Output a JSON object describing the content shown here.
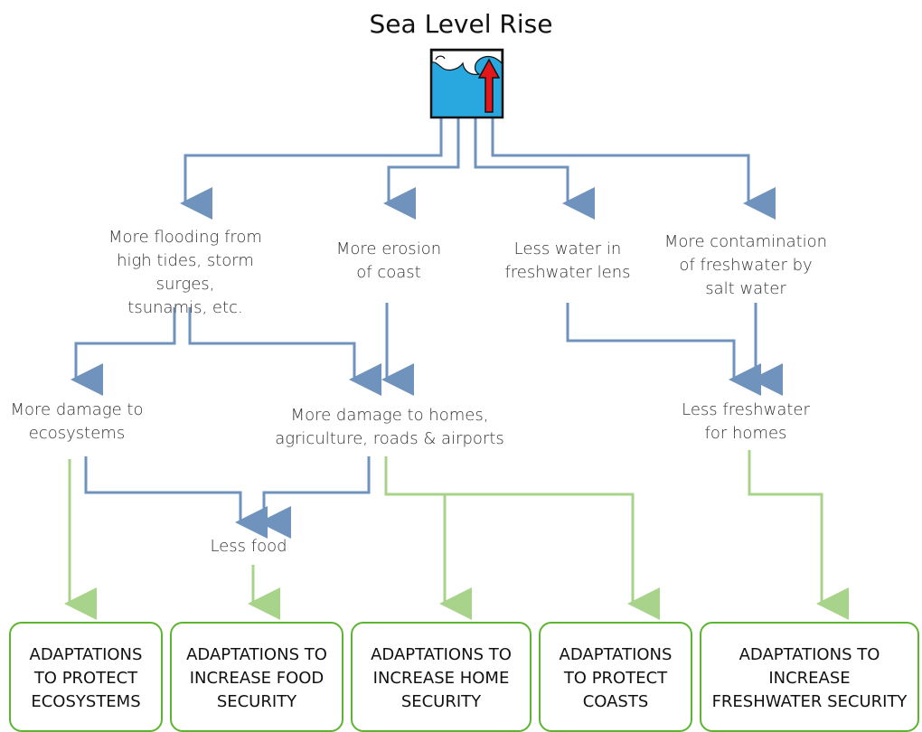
{
  "title": "Sea Level Rise",
  "icon": "sea-level-rise-icon",
  "colors": {
    "arrow_blue": "#6f93bd",
    "arrow_green": "#a7d48a",
    "box_border": "#5cb531",
    "water": "#29a7df",
    "up_arrow": "#e3161b"
  },
  "nodes": {
    "flooding": "More flooding from\nhigh tides, storm surges,\ntsunamis, etc.",
    "erosion": "More erosion\nof coast",
    "less_water_lens": "Less water in\nfreshwater lens",
    "contamination": "More contamination\nof freshwater by\nsalt water",
    "damage_ecosystems": "More damage to\necosystems",
    "damage_homes": "More damage to homes,\nagriculture, roads & airports",
    "less_freshwater": "Less freshwater\nfor homes",
    "less_food": "Less food"
  },
  "adaptations": {
    "ecosystems": "ADAPTATIONS\nTO PROTECT\nECOSYSTEMS",
    "food": "ADAPTATIONS TO\nINCREASE FOOD\nSECURITY",
    "home": "ADAPTATIONS TO\nINCREASE HOME\nSECURITY",
    "coasts": "ADAPTATIONS\nTO PROTECT\nCOASTS",
    "freshwater": "ADAPTATIONS TO\nINCREASE\nFRESHWATER SECURITY"
  }
}
